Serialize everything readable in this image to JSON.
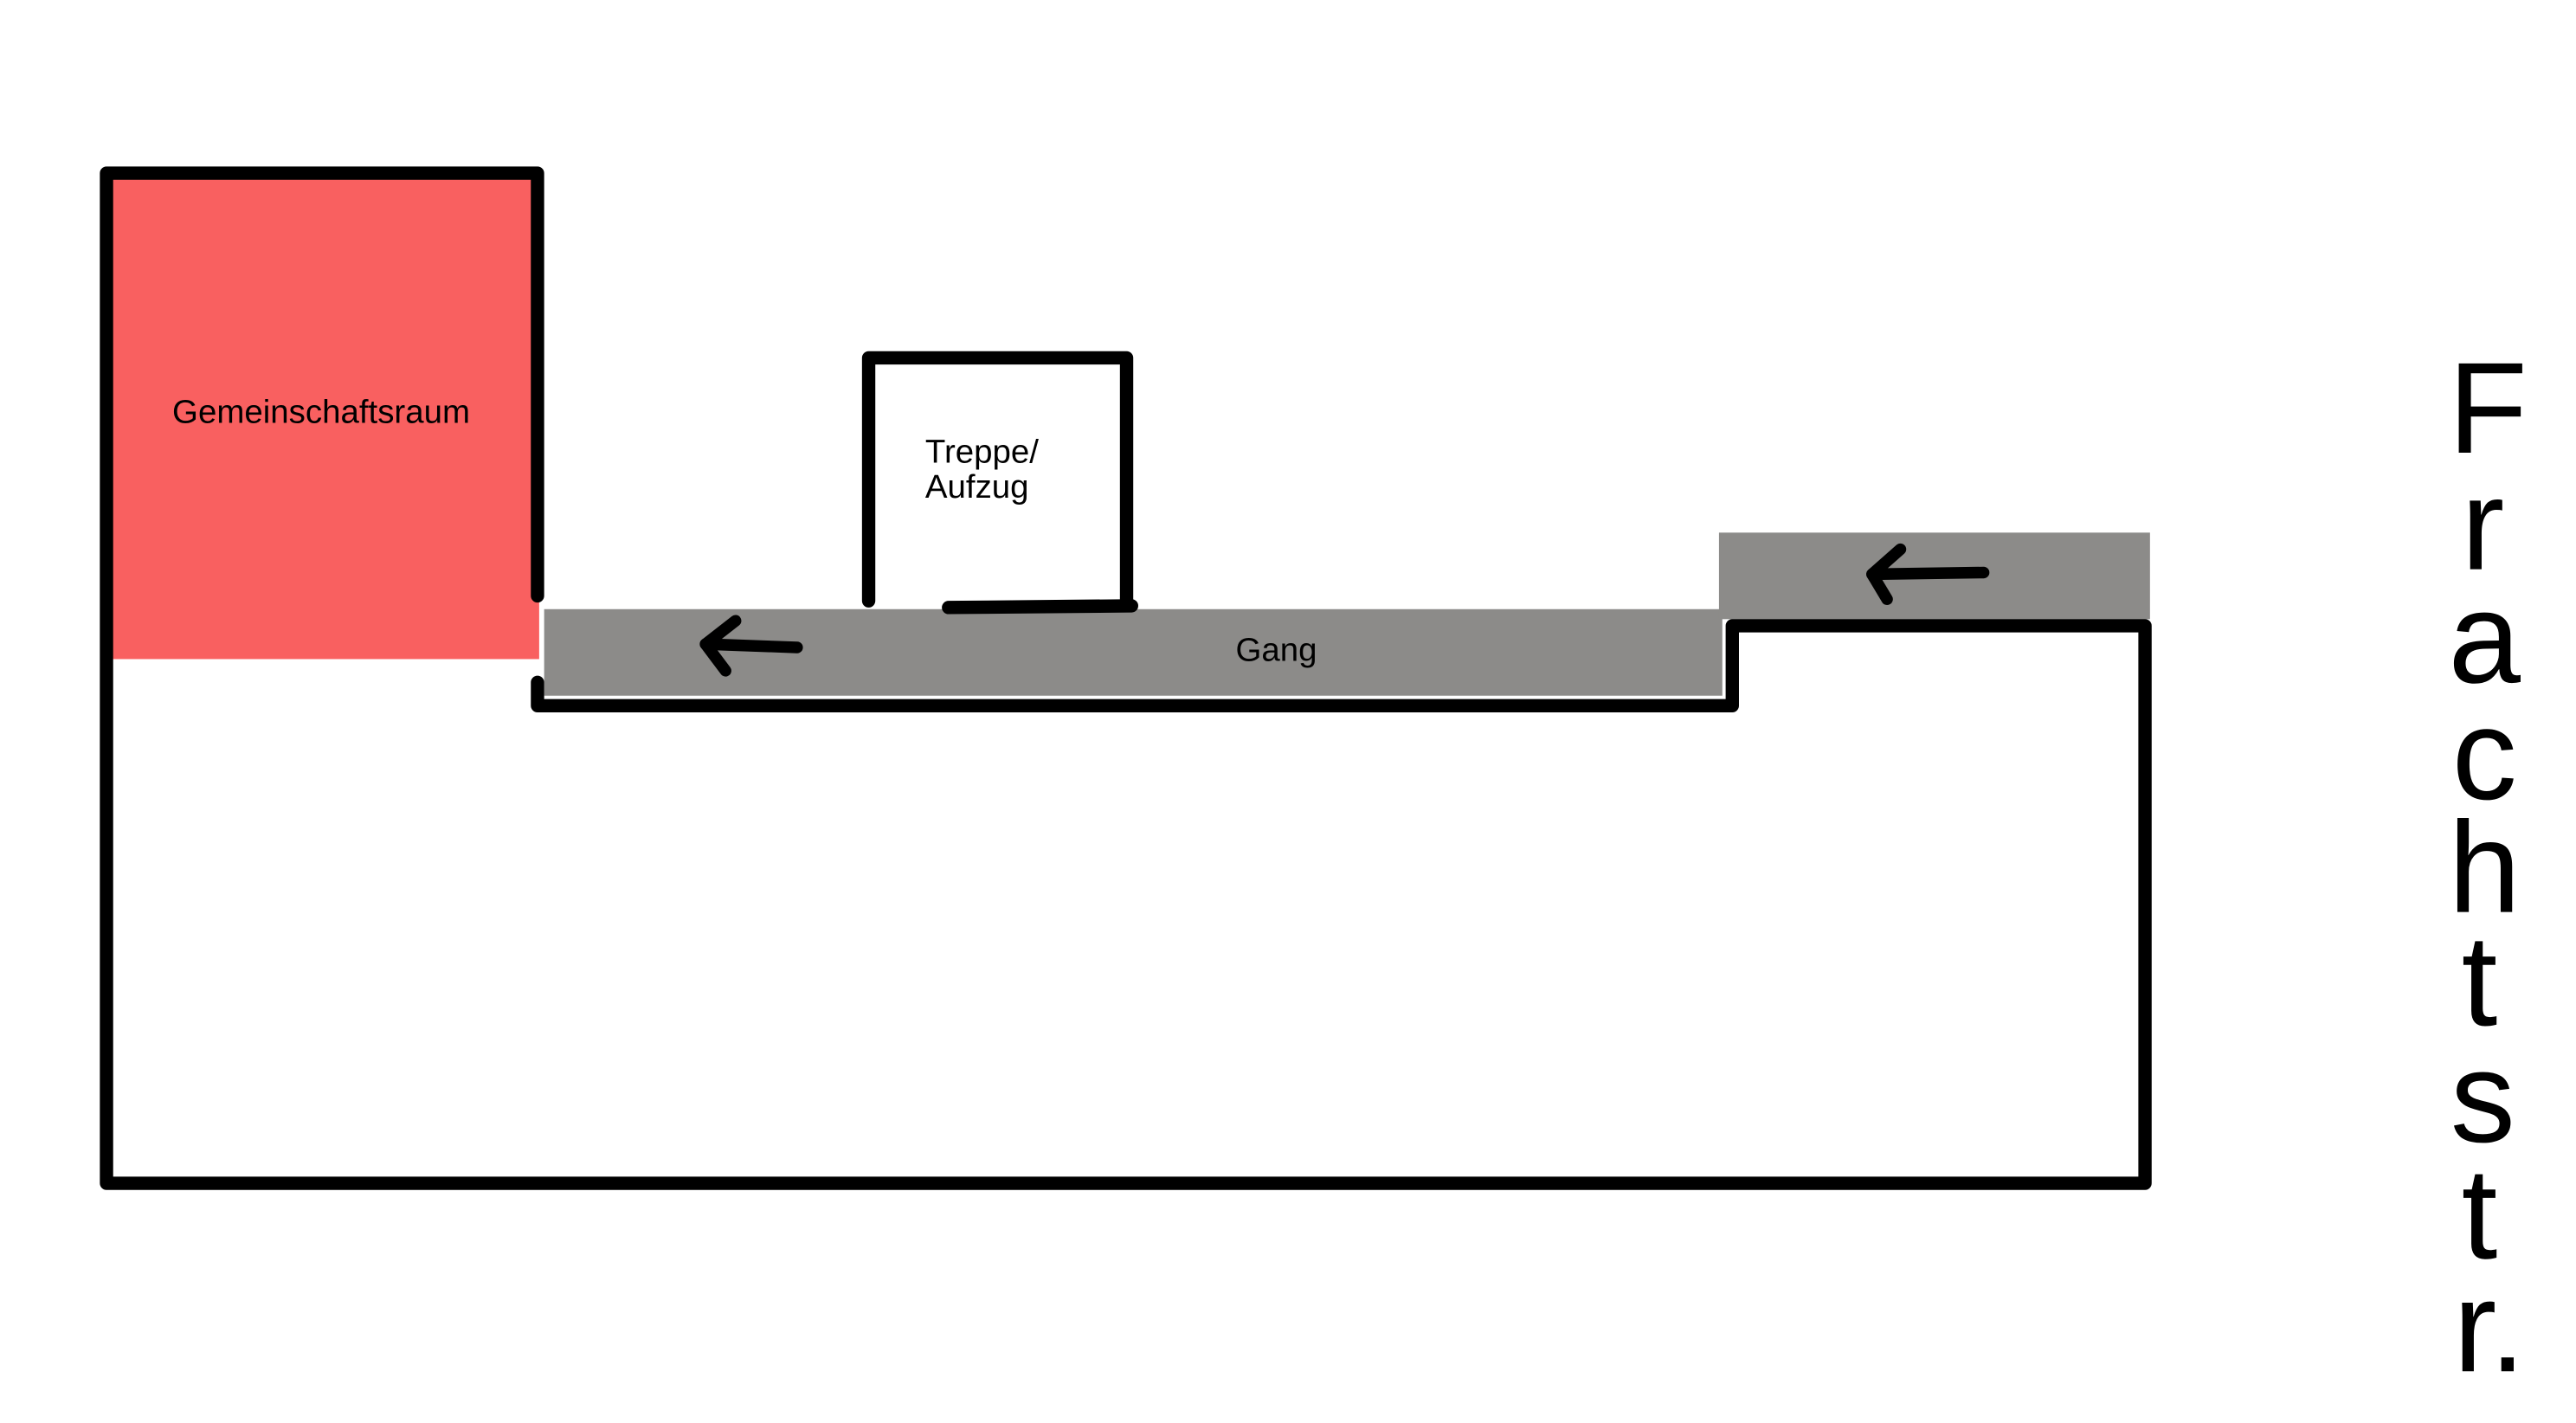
{
  "rooms": {
    "community_room": "Gemeinschaftsraum",
    "stairs_line1": "Treppe/",
    "stairs_line2": "Aufzug",
    "corridor": "Gang"
  },
  "street": {
    "letters": [
      "F",
      "r",
      "a",
      "c",
      "h",
      "t",
      "s",
      "t",
      "r."
    ],
    "name": "Frachtstr."
  },
  "icons": {
    "corridor_arrow": "arrow-left-icon",
    "entrance_arrow": "arrow-left-icon"
  },
  "colors": {
    "community_room": "#f96060",
    "corridor": "#8c8b89",
    "walls": "#000000"
  }
}
